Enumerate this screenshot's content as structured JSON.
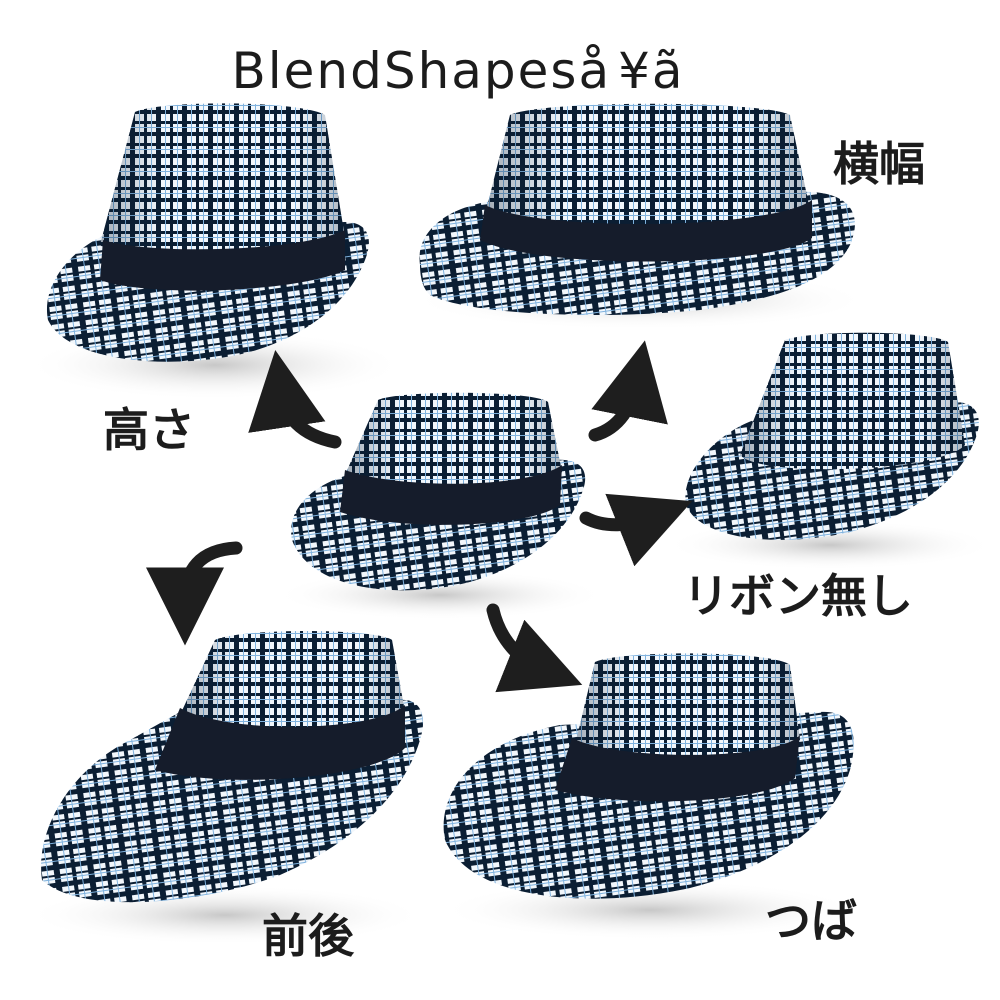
{
  "title": "BlendShapeså¥ã",
  "labels": {
    "width": "横幅",
    "height": "高さ",
    "no_ribbon": "リボン無し",
    "front_back": "前後",
    "brim": "つば"
  },
  "hats": [
    {
      "id": "center",
      "variant": "base",
      "ribbon": true
    },
    {
      "id": "top-left",
      "variant": "height",
      "ribbon": true
    },
    {
      "id": "top-right",
      "variant": "width",
      "ribbon": true
    },
    {
      "id": "middle-right",
      "variant": "no-ribbon",
      "ribbon": false
    },
    {
      "id": "bottom-left",
      "variant": "front-back",
      "ribbon": true
    },
    {
      "id": "bottom-right",
      "variant": "brim",
      "ribbon": true
    }
  ],
  "colors": {
    "plaid_dark": "#0b1e33",
    "plaid_light": "#f2f7fc",
    "plaid_accent": "#7fb2de",
    "ribbon": "#151c2b",
    "arrow": "#1e1e1e",
    "text": "#1c1c1c"
  }
}
